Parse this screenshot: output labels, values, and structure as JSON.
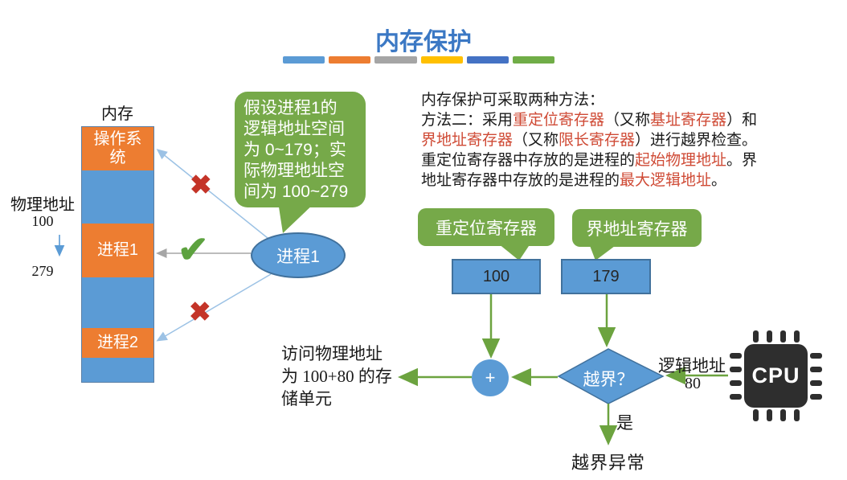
{
  "title": "内存保护",
  "accent_bars": [
    "#5B9BD5",
    "#ED7D31",
    "#A5A5A5",
    "#FFC000",
    "#4472C4",
    "#70AD47"
  ],
  "colors": {
    "title_blue": "#3B78C4",
    "box_blue": "#5B9BD5",
    "block_orange": "#ED7D31",
    "green": "#76A949",
    "arrow_green": "#6CA33F",
    "highlight_red": "#CF4A35",
    "cross_red": "#C43428",
    "check_green": "#5DA23F"
  },
  "memory": {
    "label": "内存",
    "segments": [
      {
        "label": "操作系统",
        "type": "proc"
      },
      {
        "label": "",
        "type": "free"
      },
      {
        "label": "进程1",
        "type": "proc"
      },
      {
        "label": "",
        "type": "free"
      },
      {
        "label": "进程2",
        "type": "proc"
      },
      {
        "label": "",
        "type": "free"
      }
    ],
    "physical_address_label": "物理地址",
    "start_address": "100",
    "end_address": "279"
  },
  "callout": {
    "text": "假设进程1的\n逻辑地址空间\n为 0~179；实\n际物理地址空\n间为 100~279"
  },
  "process_ellipse": {
    "label": "进程1"
  },
  "icons": {
    "cross": "✖",
    "check": "✔"
  },
  "paragraph": {
    "segments": [
      {
        "text": "内存保护可采取两种方法：\n方法二：采用"
      },
      {
        "text": "重定位寄存器",
        "color": "#CF4A35"
      },
      {
        "text": "（又称"
      },
      {
        "text": "基址寄存器",
        "color": "#CF4A35"
      },
      {
        "text": "）和"
      },
      {
        "text": "界地址寄存器",
        "color": "#CF4A35"
      },
      {
        "text": "（又称"
      },
      {
        "text": "限长寄存器",
        "color": "#CF4A35"
      },
      {
        "text": "）进行越界检查。重定位寄存器中存放的是进程的"
      },
      {
        "text": "起始物理地址",
        "color": "#CF4A35"
      },
      {
        "text": "。界地址寄存器中存放的是进程的"
      },
      {
        "text": "最大逻辑地址",
        "color": "#CF4A35"
      },
      {
        "text": "。"
      }
    ]
  },
  "registers": {
    "relocation": {
      "label": "重定位寄存器",
      "value": "100"
    },
    "limit": {
      "label": "界地址寄存器",
      "value": "179"
    }
  },
  "flow": {
    "adder_label": "+",
    "decision_label": "越界？",
    "logical_address_label": "逻辑地址",
    "logical_address_value": "80",
    "yes_label": "是",
    "exception_label": "越界异常",
    "access_text": "访问物理地址\n为 100+80 的存\n储单元",
    "cpu_label": "CPU"
  }
}
